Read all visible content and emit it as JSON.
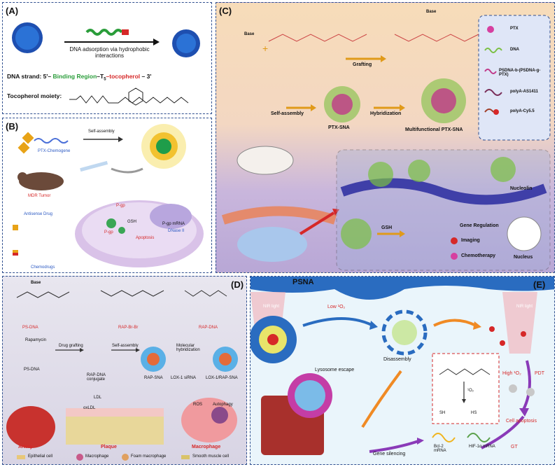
{
  "panels": {
    "a": {
      "label": "(A)",
      "arrow_text": "DNA adsorption via hydrophobic interactions",
      "strand_prefix": "DNA strand: 5'– ",
      "strand_binding": "Binding Region",
      "strand_t": "–T",
      "strand_t_sub": "5",
      "strand_toco": "–tocopherol",
      "strand_suffix": " – 3'",
      "tocopherol_label": "Tocopherol moiety:"
    },
    "b": {
      "label": "(B)",
      "self_assembly": "Self-assembly",
      "ptx_chemogene": "PTX-Chemogene",
      "mdr_tumor": "MDR Tumor",
      "antisense_drug": "Antisense Drug",
      "chemodrugs": "Chemodrugs",
      "pgp1": "P-gp",
      "pgp2": "P-gp",
      "gsh": "GSH",
      "pgp_mrna": "P-gp mRNA",
      "dnase": "DNase II",
      "apoptosis": "Apoptosis"
    },
    "c": {
      "label": "(C)",
      "base1": "Base",
      "base2": "Base",
      "grafting": "Grafting",
      "self_assembly": "Self-assembly",
      "hybridization": "Hybridization",
      "ptx_sna": "PTX-SNA",
      "multi_sna": "Multifunctional PTX-SNA",
      "nucleolin": "Nucleolin",
      "gsh": "GSH",
      "gene_regulation": "Gene Regulation",
      "imaging": "Imaging",
      "chemotherapy": "Chemotherapy",
      "nucleus": "Nucleus",
      "legend": [
        {
          "label": "PTX",
          "color": "#d63fa0"
        },
        {
          "label": "DNA",
          "color": "#7bc043"
        },
        {
          "label": "PSDNA-b-(PSDNA-g-PTX)",
          "color": "#c0398a"
        },
        {
          "label": "polyA-AS1411",
          "color": "#7a2f5a"
        },
        {
          "label": "polyA-Cy5.5",
          "color": "#a0402a"
        }
      ]
    },
    "d": {
      "label": "(D)",
      "base": "Base",
      "ps_dna": "PS-DNA",
      "rap_br": "RAP-Br-Br",
      "rap_dna": "RAP-DNA",
      "rapamycin": "Rapamycin",
      "drug_grafting": "Drug grafting",
      "self_assembly": "Self-assembly",
      "ps_dna2": "PS-DNA",
      "conjugate": "RAP-DNA conjugate",
      "rap_sna": "RAP-SNA",
      "lox_sirna": "LOX-1 siRNA",
      "mol_hyb": "Molecular hybridization",
      "lox_rap_sna": "LOX-1/RAP-SNA",
      "ldl": "LDL",
      "oxldl": "oxLDL",
      "ros": "ROS",
      "autophagy": "Autophagy",
      "artery": "Artery",
      "plaque": "Plaque",
      "macrophage": "Macrophage",
      "legend": [
        {
          "label": "Epithelial cell",
          "color": "#e8c77a"
        },
        {
          "label": "Macrophage",
          "color": "#c85a8a"
        },
        {
          "label": "Foam macrophage",
          "color": "#e0a060"
        },
        {
          "label": "Smooth muscle cell",
          "color": "#d9c36a"
        }
      ]
    },
    "e": {
      "label": "(E)",
      "psna": "PSNA",
      "nir1": "NIR light",
      "nir2": "NIR light",
      "low_o2": "Low ¹O₂",
      "disassembly": "Disassembly",
      "high_o2": "High ¹O₂",
      "pdt": "PDT",
      "o2": "¹O₂",
      "sh": "SH",
      "hs": "HS",
      "lysosome": "Lysosome escape",
      "apoptosis": "Cell apoptosis",
      "gt": "GT",
      "gene_silencing": "Gene silencing",
      "bcl2": "Bcl-2 mRNA",
      "hif": "HIF-1α mRNA"
    }
  },
  "colors": {
    "border": "#2f4f8f",
    "panel_c_bg_top": "#f7dcb9",
    "panel_c_bg_bottom": "#b8a7d6",
    "panel_e_bg": "#eaf5fb",
    "accent_red": "#d62828",
    "dna_green": "#2a9d3a"
  }
}
